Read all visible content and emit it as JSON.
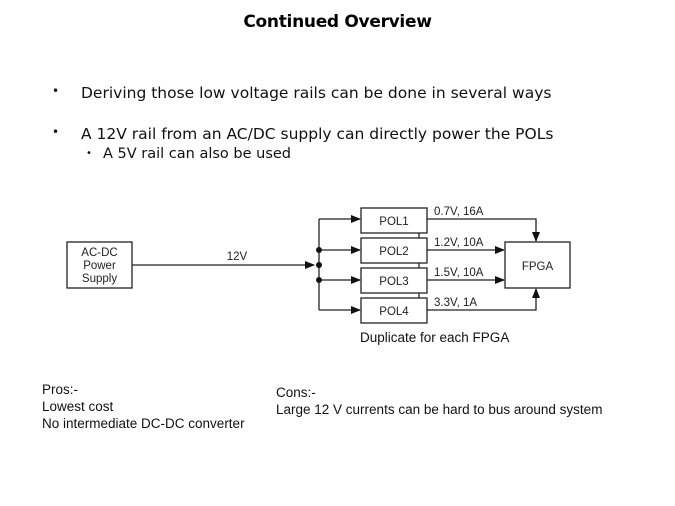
{
  "slide": {
    "title": "Continued Overview",
    "bullets": [
      {
        "marker": "•",
        "text": "Deriving those low voltage rails can be done in several ways"
      },
      {
        "marker": "•",
        "text": "A 12V rail from an AC/DC supply can directly power the POLs"
      }
    ],
    "sub_bullets": [
      {
        "marker": "•",
        "text": "A 5V rail can also be used"
      }
    ]
  },
  "diagram": {
    "source_block": {
      "lines": [
        "AC-DC",
        "Power",
        "Supply"
      ]
    },
    "bus_label": "12V",
    "pol_blocks": [
      {
        "label": "POL1",
        "output": "0.7V, 16A"
      },
      {
        "label": "POL2",
        "output": "1.2V, 10A"
      },
      {
        "label": "POL3",
        "output": "1.5V, 10A"
      },
      {
        "label": "POL4",
        "output": "3.3V, 1A"
      }
    ],
    "load_block": "FPGA",
    "caption": "Duplicate for each FPGA"
  },
  "pros": {
    "heading": "Pros:-",
    "items": [
      "Lowest cost",
      "No intermediate DC-DC converter"
    ]
  },
  "cons": {
    "heading": "Cons:-",
    "items": [
      "Large 12 V currents can be hard to bus around system"
    ]
  }
}
